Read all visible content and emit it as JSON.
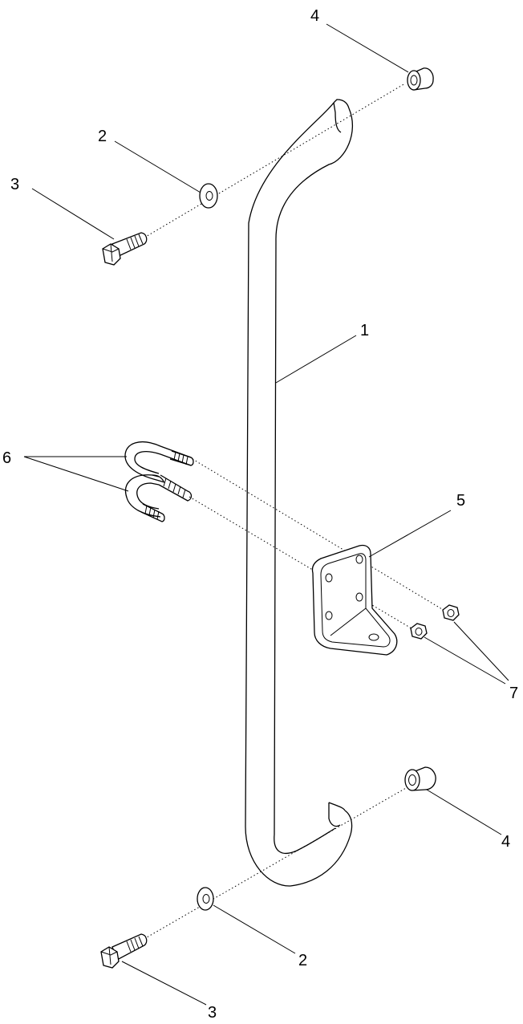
{
  "callouts": {
    "handle": "1",
    "washer_top": "2",
    "washer_bottom": "2",
    "bolt_top": "3",
    "bolt_bottom": "3",
    "spacer_top": "4",
    "spacer_bottom": "4",
    "bracket": "5",
    "u_bolts": "6",
    "nuts": "7"
  }
}
